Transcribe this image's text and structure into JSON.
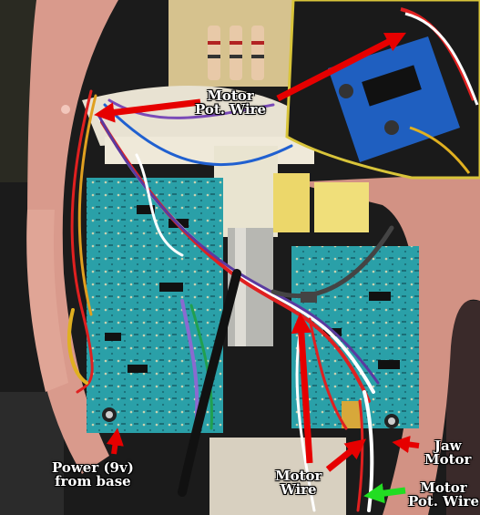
{
  "labels": {
    "motor_pot_wire_top": [
      "Motor",
      "Pot. Wire"
    ],
    "power": [
      "Power (9v)",
      "from base"
    ],
    "motor_wire": [
      "Motor",
      "Wire"
    ],
    "jaw_motor": [
      "Jaw",
      "Motor"
    ],
    "motor_pot_wire_bottom": [
      "Motor",
      "Pot. Wire"
    ]
  },
  "colors": {
    "red_arrow": "#e60000",
    "green_arrow": "#22dd22",
    "shell": "#d99a8c",
    "circuit_board": "#2aa0a8",
    "inset_border": "#d8c43a"
  }
}
